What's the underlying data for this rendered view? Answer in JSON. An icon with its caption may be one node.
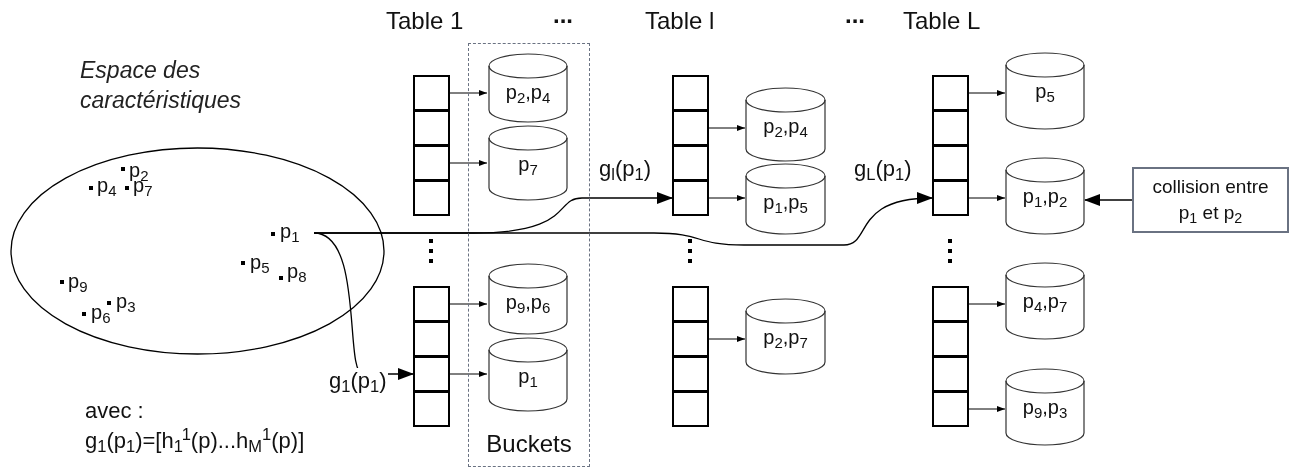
{
  "diagram": {
    "nodes": [
      {
        "text": [
          "Espace des caractéristiques"
        ]
      },
      {
        "text": [
          "p$_{1}$"
        ],
        "in": 0
      },
      {
        "text": [],
        "shape": "box"
      },
      {
        "text": [],
        "shape": "box"
      },
      {
        "text": [],
        "shape": "box"
      },
      {
        "text": [],
        "shape": "box"
      },
      {
        "text": [],
        "shape": "box"
      },
      {
        "text": [],
        "shape": "box"
      },
      {
        "text": [],
        "shape": "box"
      },
      {
        "text": [],
        "shape": "box"
      },
      {
        "text": [
          "Buckets"
        ]
      },
      {
        "text": [
          "p$_{2}$,p$_{4}$"
        ],
        "in": 10
      },
      {
        "text": [
          "p$_{7}$"
        ],
        "in": 10
      },
      {
        "text": [
          "p$_{9}$,p$_{6}$"
        ],
        "in": 10
      },
      {
        "text": [
          "p$_{1}$"
        ],
        "in": 10
      },
      {
        "text": [],
        "shape": "box"
      },
      {
        "text": [],
        "shape": "box"
      },
      {
        "text": [],
        "shape": "box"
      },
      {
        "text": [],
        "shape": "box"
      },
      {
        "text": [],
        "shape": "box"
      },
      {
        "text": [],
        "shape": "box"
      },
      {
        "text": [],
        "shape": "box"
      },
      {
        "text": [],
        "shape": "box"
      },
      {
        "text": [
          "p$_{2}$,p$_{4}$"
        ]
      },
      {
        "text": [
          "p$_{1}$,p$_{5}$"
        ]
      },
      {
        "text": [
          "p$_{2}$,p$_{7}$"
        ]
      },
      {
        "text": [],
        "shape": "box"
      },
      {
        "text": [],
        "shape": "box"
      },
      {
        "text": [],
        "shape": "box"
      },
      {
        "text": [],
        "shape": "box"
      },
      {
        "text": [],
        "shape": "box"
      },
      {
        "text": [],
        "shape": "box"
      },
      {
        "text": [],
        "shape": "box"
      },
      {
        "text": [],
        "shape": "box"
      },
      {
        "text": [
          "p$_{5}$"
        ]
      },
      {
        "text": [
          "p$_{1}$,p$_{2}$"
        ]
      },
      {
        "text": [
          "p$_{4}$,p$_{7}$"
        ]
      },
      {
        "text": [
          "p$_{9}$,p$_{3}$"
        ]
      },
      {
        "text": [
          "collision entre p$_{1}$ et p$_{2}$"
        ]
      }
    ],
    "edges": [
      {
        "from": 1,
        "to": 8,
        "arrow": "to",
        "label": "g$_{1}$(p$_{1}$)"
      },
      {
        "from": 1,
        "to": 18,
        "arrow": "to",
        "label": "g$_{l}$(p$_{1}$)"
      },
      {
        "from": 1,
        "to": 29,
        "arrow": "to",
        "label": "g$_{L}$(p$_{1}$)"
      },
      {
        "from": 2,
        "to": 11,
        "arrow": "to"
      },
      {
        "from": 4,
        "to": 12,
        "arrow": "to"
      },
      {
        "from": 6,
        "to": 13,
        "arrow": "to"
      },
      {
        "from": 8,
        "to": 14,
        "arrow": "to"
      },
      {
        "from": 16,
        "to": 23,
        "arrow": "to"
      },
      {
        "from": 18,
        "to": 24,
        "arrow": "to"
      },
      {
        "from": 20,
        "to": 25,
        "arrow": "to"
      },
      {
        "from": 26,
        "to": 34,
        "arrow": "to"
      },
      {
        "from": 29,
        "to": 35,
        "arrow": "to"
      },
      {
        "from": 30,
        "to": 36,
        "arrow": "to"
      },
      {
        "from": 33,
        "to": 37,
        "arrow": "to"
      },
      {
        "from": 38,
        "to": 35,
        "arrow": "to"
      }
    ],
    "labels": [
      "Table 1",
      "...",
      "Table l",
      "...",
      "Table L",
      "p$_{2}$",
      "p$_{4}$",
      "p$_{7}$",
      "p$_{5}$",
      "p$_{8}$",
      "p$_{9}$",
      "p$_{6}$",
      "p$_{3}$",
      "avec :",
      "g$_{1}$(p$_{1}$)=[h$_{1}$$^{1}$(p)...h$_{M}$$^{1}$(p)]"
    ]
  }
}
